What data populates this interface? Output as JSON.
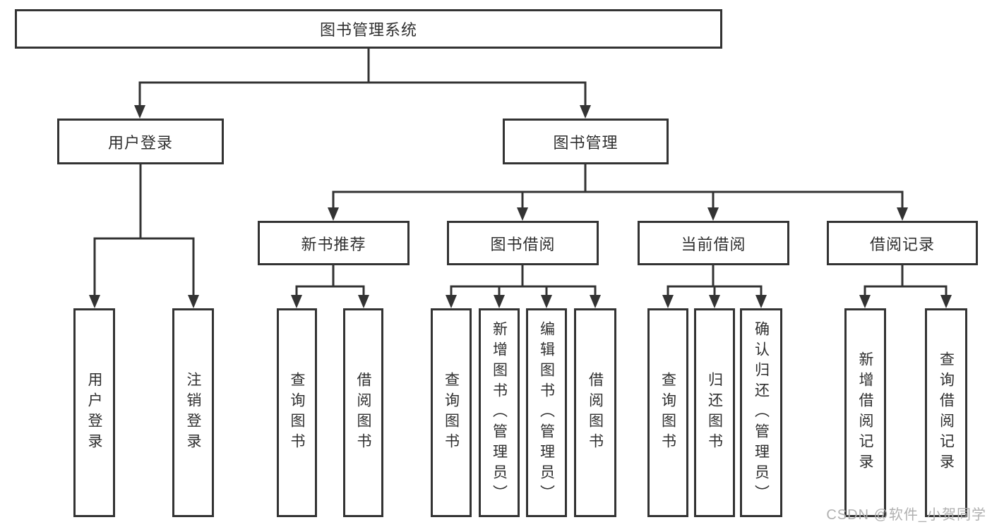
{
  "diagram_type": "hierarchy-tree",
  "colors": {
    "line": "#333333",
    "box_border": "#333333",
    "box_fill": "#ffffff",
    "text": "#2f2f2f",
    "watermark": "#b0b0b0"
  },
  "tree": {
    "root": "图书管理系统",
    "branches": [
      {
        "label": "用户登录",
        "children": [
          "用户登录",
          "注销登录"
        ]
      },
      {
        "label": "图书管理",
        "children": [
          {
            "label": "新书推荐",
            "children": [
              "查询图书",
              "借阅图书"
            ]
          },
          {
            "label": "图书借阅",
            "children": [
              "查询图书",
              "新增图书（管理员）",
              "编辑图书（管理员）",
              "借阅图书"
            ]
          },
          {
            "label": "当前借阅",
            "children": [
              "查询图书",
              "归还图书",
              "确认归还（管理员）"
            ]
          },
          {
            "label": "借阅记录",
            "children": [
              "新增借阅记录",
              "查询借阅记录"
            ]
          }
        ]
      }
    ]
  },
  "watermark": {
    "text": "CSDN @软件_小贺同学"
  }
}
